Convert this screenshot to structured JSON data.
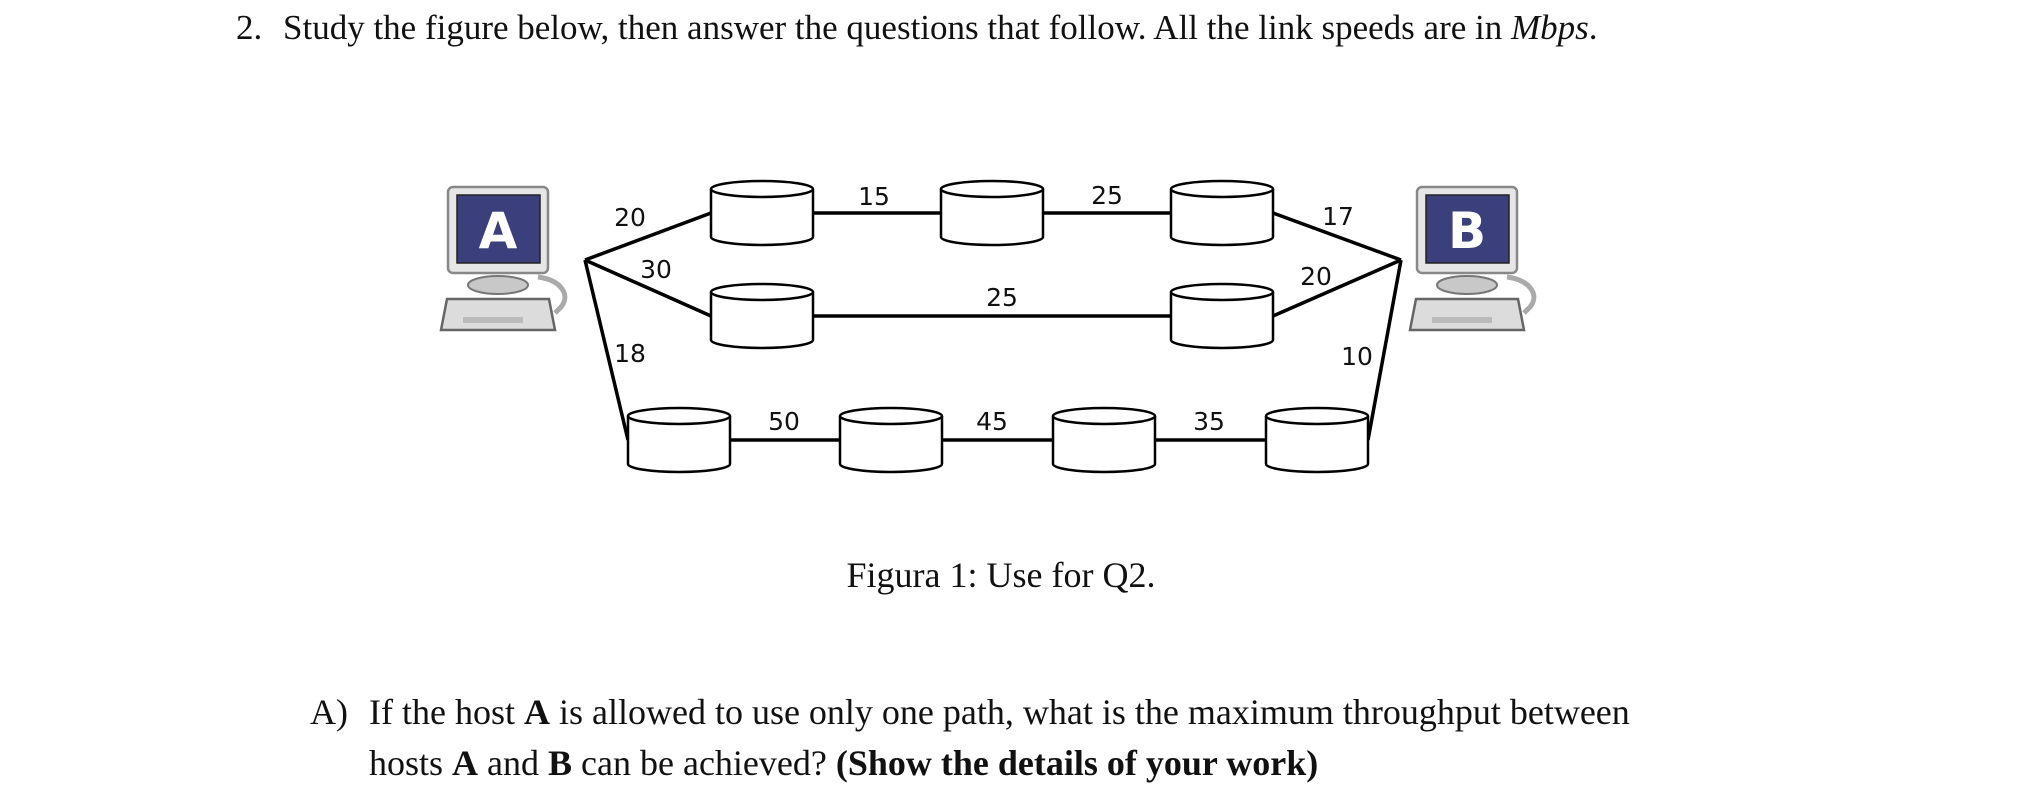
{
  "question": {
    "number": "2.",
    "text_before": "Study the figure below, then answer the questions that follow. All the link speeds are in ",
    "unit": "Mbps",
    "text_after": "."
  },
  "figure": {
    "hosts": [
      {
        "label": "A",
        "screen_color": "#3b3f7c"
      },
      {
        "label": "B",
        "screen_color": "#3b3f7c"
      }
    ],
    "links": {
      "a_top": "20",
      "top_1_2": "15",
      "top_2_3": "25",
      "top_b": "17",
      "a_mid": "30",
      "mid_1_2": "25",
      "mid_b": "20",
      "a_bot": "18",
      "bot_1_2": "50",
      "bot_2_3": "45",
      "bot_3_4": "35",
      "bot_b": "10"
    },
    "caption": "Figura 1: Use for Q2."
  },
  "part_a": {
    "label": "A)",
    "l1_t1": "If the host ",
    "l1_b1": "A",
    "l1_t2": " is allowed to use only one path, what is the maximum throughput between",
    "l2_t1": "hosts ",
    "l2_b1": "A",
    "l2_t2": " and ",
    "l2_b2": "B",
    "l2_t3": " can be achieved? ",
    "l2_b3": "(Show the details of your work)"
  }
}
